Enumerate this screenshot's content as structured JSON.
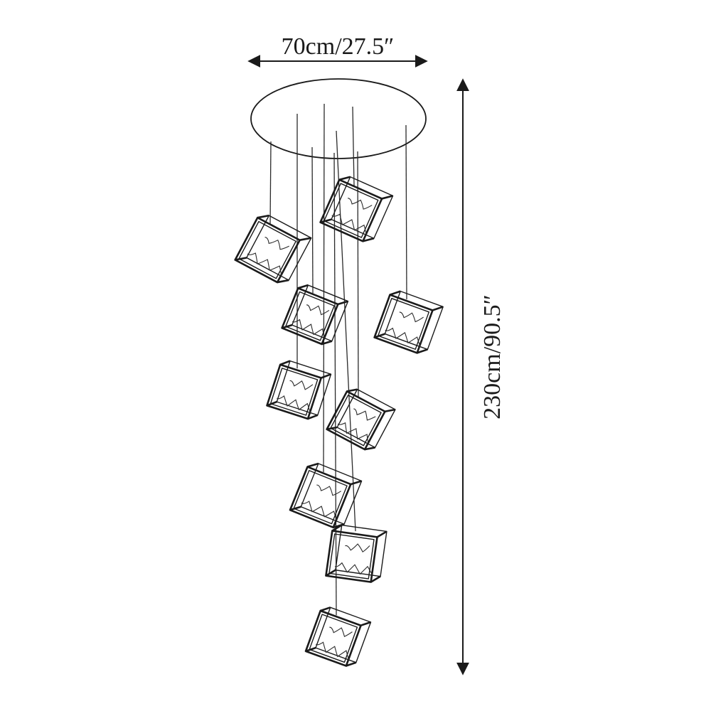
{
  "dimensions": {
    "width_label": "70cm/27.5″",
    "height_label": "230cm/90.5″"
  },
  "pendants": [
    {
      "id": 1,
      "hang": 0.31
    },
    {
      "id": 2,
      "hang": 0.16
    },
    {
      "id": 3,
      "hang": 0.4
    },
    {
      "id": 4,
      "hang": 0.52
    },
    {
      "id": 5,
      "hang": 0.42
    },
    {
      "id": 6,
      "hang": 0.64
    },
    {
      "id": 7,
      "hang": 0.79
    },
    {
      "id": 8,
      "hang": 0.87
    },
    {
      "id": 9,
      "hang": 0.98
    }
  ],
  "colors": {
    "line": "#1a1a1a"
  }
}
